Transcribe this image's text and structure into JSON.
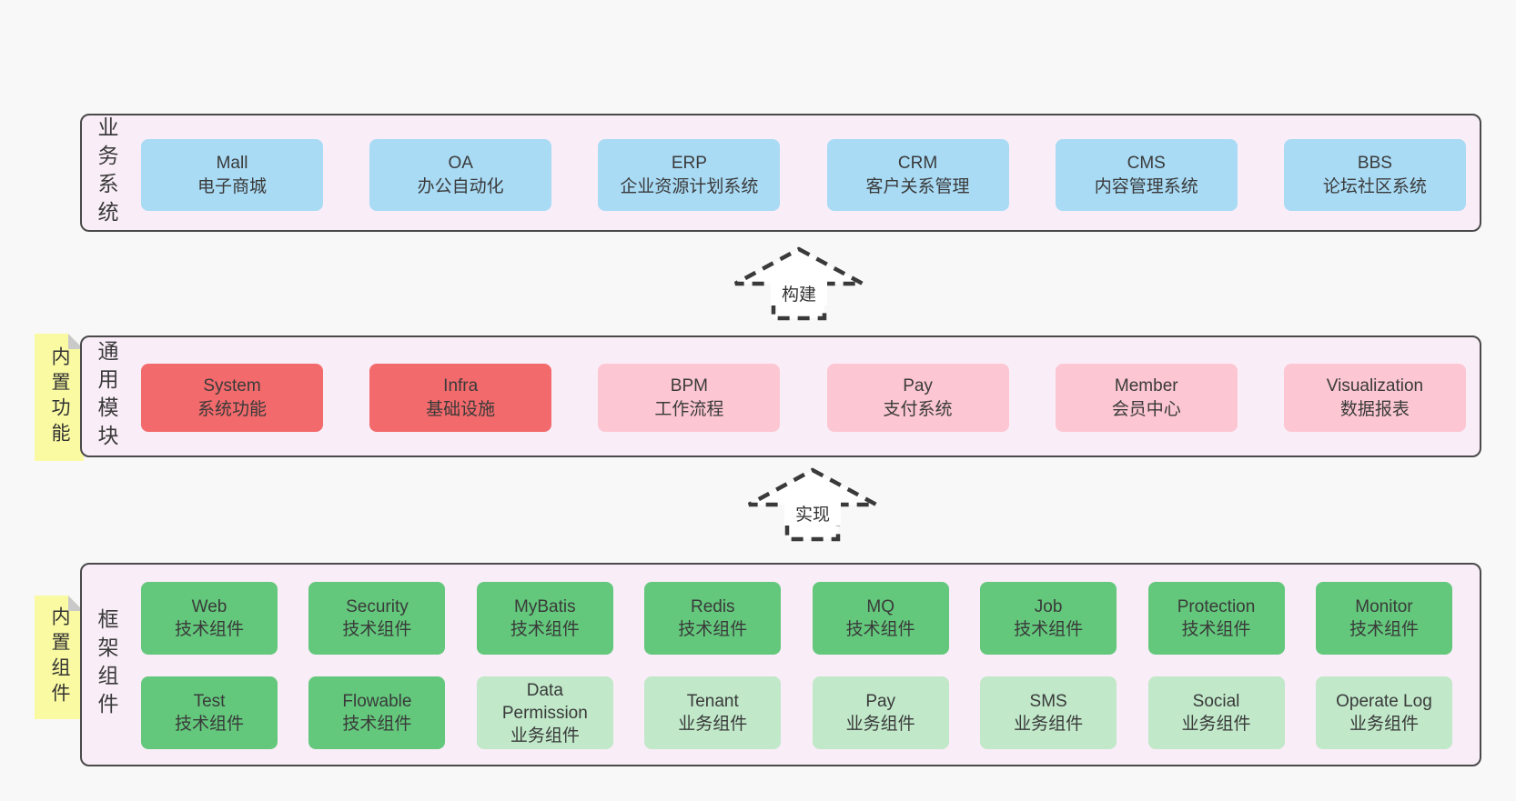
{
  "colors": {
    "page-bg": "#f8f8f8",
    "layer-bg": "#f9edf7",
    "layer-border": "#4a4a4a",
    "blue": "#a9dbf5",
    "red": "#f26a6c",
    "pink": "#fcc7d2",
    "green": "#63c87c",
    "lightgreen": "#c0e8c9",
    "sticky": "#fafaa2",
    "sticky-fold": "#c9c9c9",
    "text": "#3a3a3a"
  },
  "arrows": [
    {
      "label": "构建"
    },
    {
      "label": "实现"
    }
  ],
  "layers": [
    {
      "label": "业务系统",
      "items": [
        {
          "name": "Mall",
          "subtitle": "电子商城",
          "type": "blue"
        },
        {
          "name": "OA",
          "subtitle": "办公自动化",
          "type": "blue"
        },
        {
          "name": "ERP",
          "subtitle": "企业资源计划系统",
          "type": "blue"
        },
        {
          "name": "CRM",
          "subtitle": "客户关系管理",
          "type": "blue"
        },
        {
          "name": "CMS",
          "subtitle": "内容管理系统",
          "type": "blue"
        },
        {
          "name": "BBS",
          "subtitle": "论坛社区系统",
          "type": "blue"
        }
      ]
    },
    {
      "label": "通用模块",
      "sticky": "内置功能",
      "items": [
        {
          "name": "System",
          "subtitle": "系统功能",
          "type": "red"
        },
        {
          "name": "Infra",
          "subtitle": "基础设施",
          "type": "red"
        },
        {
          "name": "BPM",
          "subtitle": "工作流程",
          "type": "pink"
        },
        {
          "name": "Pay",
          "subtitle": "支付系统",
          "type": "pink"
        },
        {
          "name": "Member",
          "subtitle": "会员中心",
          "type": "pink"
        },
        {
          "name": "Visualization",
          "subtitle": "数据报表",
          "type": "pink"
        }
      ]
    },
    {
      "label": "框架组件",
      "sticky": "内置组件",
      "rows": [
        [
          {
            "name": "Web",
            "subtitle": "技术组件",
            "type": "green"
          },
          {
            "name": "Security",
            "subtitle": "技术组件",
            "type": "green"
          },
          {
            "name": "MyBatis",
            "subtitle": "技术组件",
            "type": "green"
          },
          {
            "name": "Redis",
            "subtitle": "技术组件",
            "type": "green"
          },
          {
            "name": "MQ",
            "subtitle": "技术组件",
            "type": "green"
          },
          {
            "name": "Job",
            "subtitle": "技术组件",
            "type": "green"
          },
          {
            "name": "Protection",
            "subtitle": "技术组件",
            "type": "green"
          },
          {
            "name": "Monitor",
            "subtitle": "技术组件",
            "type": "green"
          }
        ],
        [
          {
            "name": "Test",
            "subtitle": "技术组件",
            "type": "green"
          },
          {
            "name": "Flowable",
            "subtitle": "技术组件",
            "type": "green"
          },
          {
            "name": "Data Permission",
            "subtitle": "业务组件",
            "type": "lightgreen"
          },
          {
            "name": "Tenant",
            "subtitle": "业务组件",
            "type": "lightgreen"
          },
          {
            "name": "Pay",
            "subtitle": "业务组件",
            "type": "lightgreen"
          },
          {
            "name": "SMS",
            "subtitle": "业务组件",
            "type": "lightgreen"
          },
          {
            "name": "Social",
            "subtitle": "业务组件",
            "type": "lightgreen"
          },
          {
            "name": "Operate Log",
            "subtitle": "业务组件",
            "type": "lightgreen"
          }
        ]
      ]
    }
  ]
}
